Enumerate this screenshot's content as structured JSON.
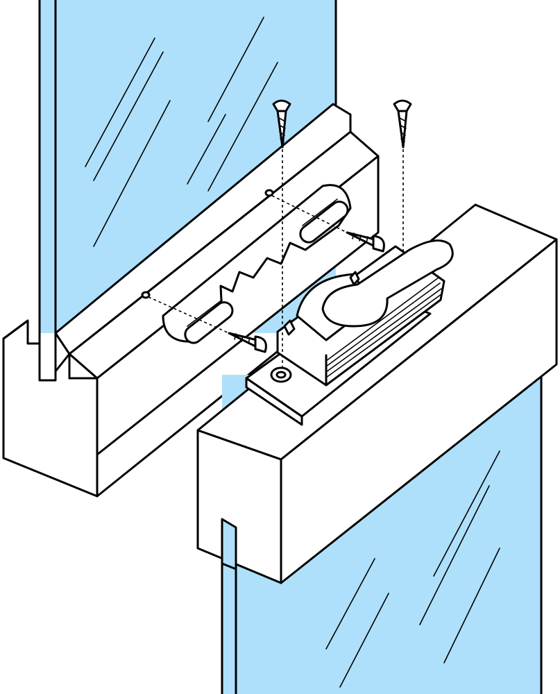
{
  "diagram": {
    "subject": "window-sash-lock-installation",
    "colors": {
      "glass": "#aee0fb",
      "frame": "#ffffff",
      "outline": "#000000",
      "reflection": "#000000"
    },
    "parts": [
      {
        "id": "upper-sash-rail",
        "icon": "wood-rail"
      },
      {
        "id": "lower-sash-rail",
        "icon": "wood-rail"
      },
      {
        "id": "keeper",
        "icon": "lock-keeper"
      },
      {
        "id": "sash-lock",
        "icon": "cam-lock"
      },
      {
        "id": "screw",
        "count": 4,
        "icon": "wood-screw"
      }
    ]
  }
}
